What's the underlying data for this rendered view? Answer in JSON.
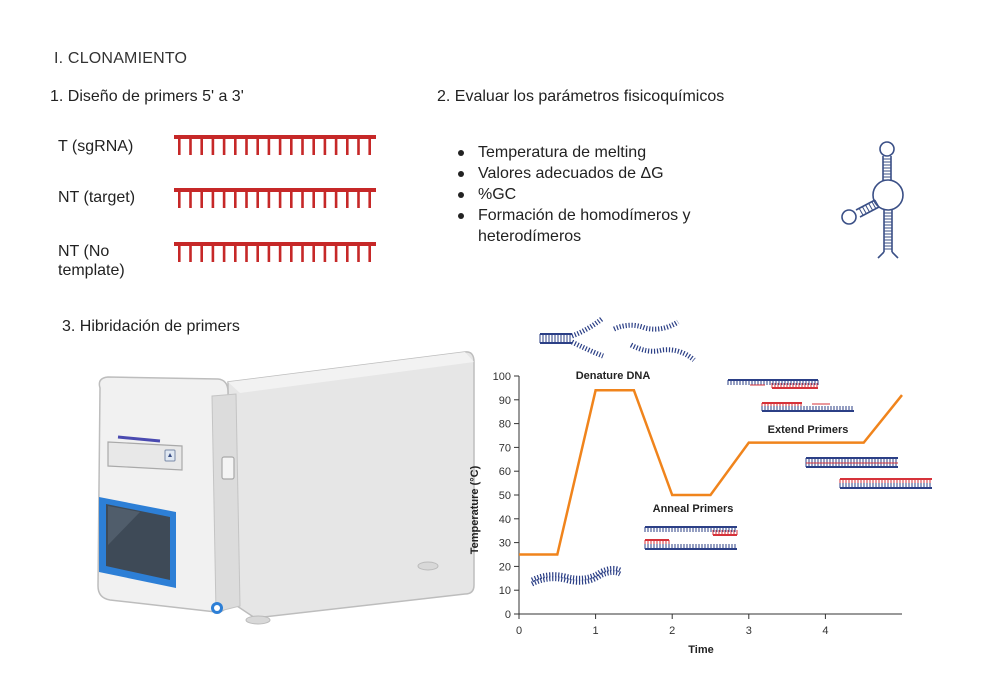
{
  "section_title": "I. CLONAMIENTO",
  "step1": {
    "heading": "1.  Diseño de primers 5' a 3'",
    "primers": [
      "T (sgRNA)",
      "NT (target)",
      "NT (No template)"
    ],
    "primer_color": "#c62828"
  },
  "step2": {
    "heading": "2. Evaluar los parámetros fisicoquímicos",
    "bullets": [
      "Temperatura de melting",
      "Valores adecuados de ΔG",
      "%GC",
      "Formación de homodímeros y heterodímeros"
    ],
    "icon": "rna-hairpin-icon"
  },
  "step3": {
    "heading": "3. Hibridación de primers",
    "device_icon": "thermocycler-icon"
  },
  "chart_data": {
    "type": "line",
    "xlabel": "Time",
    "ylabel": "Temperature (°C)",
    "xlim": [
      0,
      5
    ],
    "ylim": [
      0,
      100
    ],
    "x_ticks": [
      0,
      1,
      2,
      3,
      4
    ],
    "y_ticks": [
      0,
      10,
      20,
      30,
      40,
      50,
      60,
      70,
      80,
      90,
      100
    ],
    "series": [
      {
        "x": [
          0,
          0.5,
          1,
          1.5,
          2,
          2.5,
          3,
          4.5,
          5
        ],
        "y": [
          25,
          25,
          94,
          94,
          50,
          50,
          72,
          72,
          92
        ],
        "color": "#f0841c"
      }
    ],
    "annotations": [
      "Denature DNA",
      "Anneal Primers",
      "Extend Primers"
    ]
  }
}
